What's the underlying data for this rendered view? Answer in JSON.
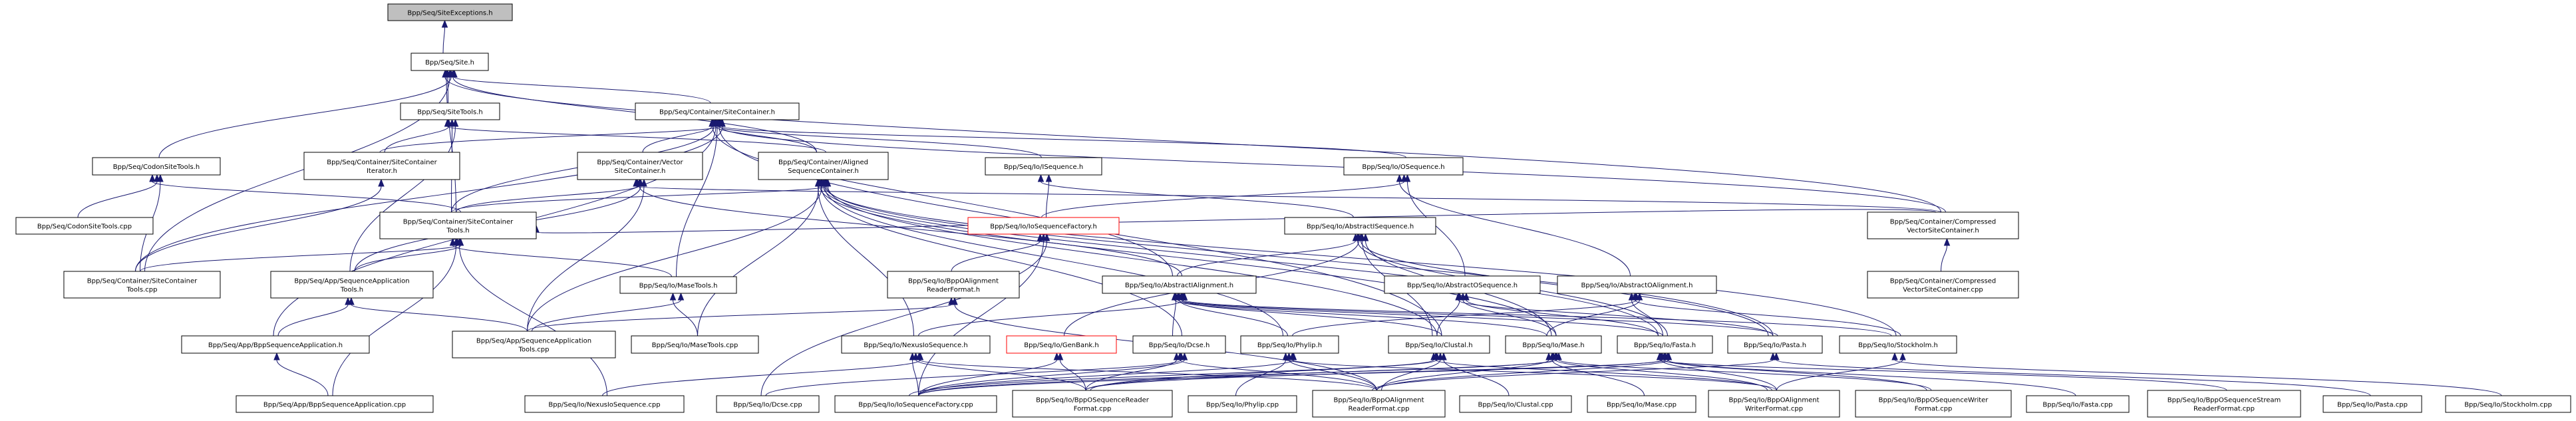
{
  "graph": {
    "title": "Include dependency graph for Bpp/Seq/SiteExceptions.h",
    "colors": {
      "edge": "#191970",
      "root_fill": "#bfbfbf",
      "node_border": "#000000",
      "undocumented_border": "#ff0000"
    },
    "nodes": [
      {
        "id": "siteexc",
        "lines": [
          "Bpp/Seq/SiteExceptions.h"
        ],
        "style": "root"
      },
      {
        "id": "site",
        "lines": [
          "Bpp/Seq/Site.h"
        ]
      },
      {
        "id": "sitetools",
        "lines": [
          "Bpp/Seq/SiteTools.h"
        ]
      },
      {
        "id": "codonsitetools_h",
        "lines": [
          "Bpp/Seq/CodonSiteTools.h"
        ]
      },
      {
        "id": "sc_iterator",
        "lines": [
          "Bpp/Seq/Container/SiteContainer",
          "Iterator.h"
        ]
      },
      {
        "id": "sitecontainer",
        "lines": [
          "Bpp/Seq/Container/SiteContainer.h"
        ]
      },
      {
        "id": "vectorsc",
        "lines": [
          "Bpp/Seq/Container/Vector",
          "SiteContainer.h"
        ]
      },
      {
        "id": "alignedsc",
        "lines": [
          "Bpp/Seq/Container/Aligned",
          "SequenceContainer.h"
        ]
      },
      {
        "id": "isequence",
        "lines": [
          "Bpp/Seq/Io/ISequence.h"
        ]
      },
      {
        "id": "osequence",
        "lines": [
          "Bpp/Seq/Io/OSequence.h"
        ]
      },
      {
        "id": "codonsitetools_cpp",
        "lines": [
          "Bpp/Seq/CodonSiteTools.cpp"
        ]
      },
      {
        "id": "sct_h",
        "lines": [
          "Bpp/Seq/Container/SiteContainer",
          "Tools.h"
        ]
      },
      {
        "id": "iosf_h",
        "lines": [
          "Bpp/Seq/Io/IoSequenceFactory.h"
        ],
        "style": "red"
      },
      {
        "id": "abs_iseq",
        "lines": [
          "Bpp/Seq/Io/AbstractISequence.h"
        ]
      },
      {
        "id": "compressed_h",
        "lines": [
          "Bpp/Seq/Container/Compressed",
          "VectorSiteContainer.h"
        ]
      },
      {
        "id": "sct_cpp",
        "lines": [
          "Bpp/Seq/Container/SiteContainer",
          "Tools.cpp"
        ]
      },
      {
        "id": "sat_h",
        "lines": [
          "Bpp/Seq/App/SequenceApplication",
          "Tools.h"
        ]
      },
      {
        "id": "masetools_h",
        "lines": [
          "Bpp/Seq/Io/MaseTools.h"
        ]
      },
      {
        "id": "bppoarf_h",
        "lines": [
          "Bpp/Seq/Io/BppOAlignment",
          "ReaderFormat.h"
        ]
      },
      {
        "id": "abs_ialn",
        "lines": [
          "Bpp/Seq/Io/AbstractIAlignment.h"
        ]
      },
      {
        "id": "abs_oseq",
        "lines": [
          "Bpp/Seq/Io/AbstractOSequence.h"
        ]
      },
      {
        "id": "abs_oaln",
        "lines": [
          "Bpp/Seq/Io/AbstractOAlignment.h"
        ]
      },
      {
        "id": "compressed_cpp",
        "lines": [
          "Bpp/Seq/Container/Compressed",
          "VectorSiteContainer.cpp"
        ]
      },
      {
        "id": "bppseqapp_h",
        "lines": [
          "Bpp/Seq/App/BppSequenceApplication.h"
        ]
      },
      {
        "id": "sat_cpp",
        "lines": [
          "Bpp/Seq/App/SequenceApplication",
          "Tools.cpp"
        ]
      },
      {
        "id": "masetools_cpp",
        "lines": [
          "Bpp/Seq/Io/MaseTools.cpp"
        ]
      },
      {
        "id": "nexus_h",
        "lines": [
          "Bpp/Seq/Io/NexusIoSequence.h"
        ]
      },
      {
        "id": "genbank_h",
        "lines": [
          "Bpp/Seq/Io/GenBank.h"
        ],
        "style": "red"
      },
      {
        "id": "dcse_h",
        "lines": [
          "Bpp/Seq/Io/Dcse.h"
        ]
      },
      {
        "id": "phylip_h",
        "lines": [
          "Bpp/Seq/Io/Phylip.h"
        ]
      },
      {
        "id": "clustal_h",
        "lines": [
          "Bpp/Seq/Io/Clustal.h"
        ]
      },
      {
        "id": "mase_h",
        "lines": [
          "Bpp/Seq/Io/Mase.h"
        ]
      },
      {
        "id": "fasta_h",
        "lines": [
          "Bpp/Seq/Io/Fasta.h"
        ]
      },
      {
        "id": "pasta_h",
        "lines": [
          "Bpp/Seq/Io/Pasta.h"
        ]
      },
      {
        "id": "stockholm_h",
        "lines": [
          "Bpp/Seq/Io/Stockholm.h"
        ]
      },
      {
        "id": "bppseqapp_cpp",
        "lines": [
          "Bpp/Seq/App/BppSequenceApplication.cpp"
        ]
      },
      {
        "id": "nexus_cpp",
        "lines": [
          "Bpp/Seq/Io/NexusIoSequence.cpp"
        ]
      },
      {
        "id": "dcse_cpp",
        "lines": [
          "Bpp/Seq/Io/Dcse.cpp"
        ]
      },
      {
        "id": "iosf_cpp",
        "lines": [
          "Bpp/Seq/Io/IoSequenceFactory.cpp"
        ]
      },
      {
        "id": "bpposrf_cpp",
        "lines": [
          "Bpp/Seq/Io/BppOSequenceReader",
          "Format.cpp"
        ]
      },
      {
        "id": "phylip_cpp",
        "lines": [
          "Bpp/Seq/Io/Phylip.cpp"
        ]
      },
      {
        "id": "bppoarf_cpp",
        "lines": [
          "Bpp/Seq/Io/BppOAlignment",
          "ReaderFormat.cpp"
        ]
      },
      {
        "id": "clustal_cpp",
        "lines": [
          "Bpp/Seq/Io/Clustal.cpp"
        ]
      },
      {
        "id": "mase_cpp",
        "lines": [
          "Bpp/Seq/Io/Mase.cpp"
        ]
      },
      {
        "id": "bppoawf_cpp",
        "lines": [
          "Bpp/Seq/Io/BppOAlignment",
          "WriterFormat.cpp"
        ]
      },
      {
        "id": "bpposwf_cpp",
        "lines": [
          "Bpp/Seq/Io/BppOSequenceWriter",
          "Format.cpp"
        ]
      },
      {
        "id": "fasta_cpp",
        "lines": [
          "Bpp/Seq/Io/Fasta.cpp"
        ]
      },
      {
        "id": "bpposs_cpp",
        "lines": [
          "Bpp/Seq/Io/BppOSequenceStream",
          "ReaderFormat.cpp"
        ]
      },
      {
        "id": "pasta_cpp",
        "lines": [
          "Bpp/Seq/Io/Pasta.cpp"
        ]
      },
      {
        "id": "stockholm_cpp",
        "lines": [
          "Bpp/Seq/Io/Stockholm.cpp"
        ]
      }
    ],
    "edges": [
      [
        "site",
        "siteexc"
      ],
      [
        "sitetools",
        "site"
      ],
      [
        "codonsitetools_h",
        "site"
      ],
      [
        "sitecontainer",
        "site"
      ],
      [
        "sct_h",
        "site"
      ],
      [
        "sct_cpp",
        "site"
      ],
      [
        "alignedsc",
        "site"
      ],
      [
        "compressed_h",
        "site"
      ],
      [
        "sc_iterator",
        "sitetools"
      ],
      [
        "sct_h",
        "sitetools"
      ],
      [
        "sat_h",
        "sitetools"
      ],
      [
        "alignedsc",
        "sitetools"
      ],
      [
        "codonsitetools_cpp",
        "codonsitetools_h"
      ],
      [
        "sct_cpp",
        "codonsitetools_h"
      ],
      [
        "sct_h",
        "codonsitetools_h"
      ],
      [
        "sct_cpp",
        "sc_iterator"
      ],
      [
        "sc_iterator",
        "sitecontainer"
      ],
      [
        "vectorsc",
        "sitecontainer"
      ],
      [
        "alignedsc",
        "sitecontainer"
      ],
      [
        "isequence",
        "sitecontainer"
      ],
      [
        "osequence",
        "sitecontainer"
      ],
      [
        "sct_h",
        "sitecontainer"
      ],
      [
        "masetools_h",
        "sitecontainer"
      ],
      [
        "compressed_h",
        "sitecontainer"
      ],
      [
        "abs_ialn",
        "sitecontainer"
      ],
      [
        "bppseqapp_h",
        "sitecontainer"
      ],
      [
        "clustal_h",
        "sitecontainer"
      ],
      [
        "sct_cpp",
        "sitecontainer"
      ],
      [
        "sct_h",
        "vectorsc"
      ],
      [
        "sat_h",
        "vectorsc"
      ],
      [
        "sat_cpp",
        "vectorsc"
      ],
      [
        "compressed_h",
        "vectorsc"
      ],
      [
        "abs_ialn",
        "vectorsc"
      ],
      [
        "sct_h",
        "alignedsc"
      ],
      [
        "nexus_h",
        "alignedsc"
      ],
      [
        "dcse_h",
        "alignedsc"
      ],
      [
        "phylip_h",
        "alignedsc"
      ],
      [
        "clustal_h",
        "alignedsc"
      ],
      [
        "mase_h",
        "alignedsc"
      ],
      [
        "fasta_h",
        "alignedsc"
      ],
      [
        "pasta_h",
        "alignedsc"
      ],
      [
        "masetools_cpp",
        "alignedsc"
      ],
      [
        "sat_cpp",
        "alignedsc"
      ],
      [
        "stockholm_h",
        "alignedsc"
      ],
      [
        "iosf_h",
        "isequence"
      ],
      [
        "abs_iseq",
        "isequence"
      ],
      [
        "iosf_h",
        "osequence"
      ],
      [
        "abs_oseq",
        "osequence"
      ],
      [
        "abs_oaln",
        "osequence"
      ],
      [
        "sct_cpp",
        "sct_h"
      ],
      [
        "sat_h",
        "sct_h"
      ],
      [
        "masetools_h",
        "sct_h"
      ],
      [
        "bppseqapp_cpp",
        "sct_h"
      ],
      [
        "nexus_cpp",
        "sct_h"
      ],
      [
        "compressed_h",
        "sct_h"
      ],
      [
        "bppoarf_h",
        "iosf_h"
      ],
      [
        "iosf_cpp",
        "iosf_h"
      ],
      [
        "dcse_cpp",
        "iosf_h"
      ],
      [
        "abs_ialn",
        "abs_iseq"
      ],
      [
        "genbank_h",
        "abs_iseq"
      ],
      [
        "clustal_h",
        "abs_iseq"
      ],
      [
        "mase_h",
        "abs_iseq"
      ],
      [
        "fasta_h",
        "abs_iseq"
      ],
      [
        "pasta_h",
        "abs_iseq"
      ],
      [
        "compressed_cpp",
        "compressed_h"
      ],
      [
        "bppseqapp_h",
        "sat_h"
      ],
      [
        "sat_cpp",
        "sat_h"
      ],
      [
        "sat_cpp",
        "masetools_h"
      ],
      [
        "masetools_cpp",
        "masetools_h"
      ],
      [
        "sat_cpp",
        "bppoarf_h"
      ],
      [
        "bppoarf_cpp",
        "bppoarf_h"
      ],
      [
        "nexus_h",
        "abs_ialn"
      ],
      [
        "dcse_h",
        "abs_ialn"
      ],
      [
        "phylip_h",
        "abs_ialn"
      ],
      [
        "clustal_h",
        "abs_ialn"
      ],
      [
        "mase_h",
        "abs_ialn"
      ],
      [
        "fasta_h",
        "abs_ialn"
      ],
      [
        "pasta_h",
        "abs_ialn"
      ],
      [
        "stockholm_h",
        "abs_ialn"
      ],
      [
        "clustal_h",
        "abs_oseq"
      ],
      [
        "mase_h",
        "abs_oseq"
      ],
      [
        "fasta_h",
        "abs_oseq"
      ],
      [
        "pasta_h",
        "abs_oseq"
      ],
      [
        "phylip_h",
        "abs_oaln"
      ],
      [
        "mase_h",
        "abs_oaln"
      ],
      [
        "fasta_h",
        "abs_oaln"
      ],
      [
        "stockholm_h",
        "abs_oaln"
      ],
      [
        "bppseqapp_cpp",
        "bppseqapp_h"
      ],
      [
        "nexus_cpp",
        "nexus_h"
      ],
      [
        "iosf_cpp",
        "nexus_h"
      ],
      [
        "bpposrf_cpp",
        "nexus_h"
      ],
      [
        "bppoarf_cpp",
        "nexus_h"
      ],
      [
        "iosf_cpp",
        "genbank_h"
      ],
      [
        "bpposrf_cpp",
        "genbank_h"
      ],
      [
        "dcse_cpp",
        "dcse_h"
      ],
      [
        "iosf_cpp",
        "dcse_h"
      ],
      [
        "bpposrf_cpp",
        "dcse_h"
      ],
      [
        "bppoarf_cpp",
        "dcse_h"
      ],
      [
        "iosf_cpp",
        "phylip_h"
      ],
      [
        "phylip_cpp",
        "phylip_h"
      ],
      [
        "bppoarf_cpp",
        "phylip_h"
      ],
      [
        "bppoawf_cpp",
        "phylip_h"
      ],
      [
        "iosf_cpp",
        "clustal_h"
      ],
      [
        "bpposrf_cpp",
        "clustal_h"
      ],
      [
        "bppoarf_cpp",
        "clustal_h"
      ],
      [
        "clustal_cpp",
        "clustal_h"
      ],
      [
        "bppoawf_cpp",
        "clustal_h"
      ],
      [
        "iosf_cpp",
        "mase_h"
      ],
      [
        "bpposrf_cpp",
        "mase_h"
      ],
      [
        "bppoarf_cpp",
        "mase_h"
      ],
      [
        "mase_cpp",
        "mase_h"
      ],
      [
        "bppoawf_cpp",
        "mase_h"
      ],
      [
        "bpposwf_cpp",
        "mase_h"
      ],
      [
        "iosf_cpp",
        "fasta_h"
      ],
      [
        "bpposrf_cpp",
        "fasta_h"
      ],
      [
        "bppoarf_cpp",
        "fasta_h"
      ],
      [
        "bppoawf_cpp",
        "fasta_h"
      ],
      [
        "bpposwf_cpp",
        "fasta_h"
      ],
      [
        "fasta_cpp",
        "fasta_h"
      ],
      [
        "bpposs_cpp",
        "fasta_h"
      ],
      [
        "bppoarf_cpp",
        "pasta_h"
      ],
      [
        "pasta_cpp",
        "pasta_h"
      ],
      [
        "bppoawf_cpp",
        "stockholm_h"
      ],
      [
        "stockholm_cpp",
        "stockholm_h"
      ]
    ]
  }
}
